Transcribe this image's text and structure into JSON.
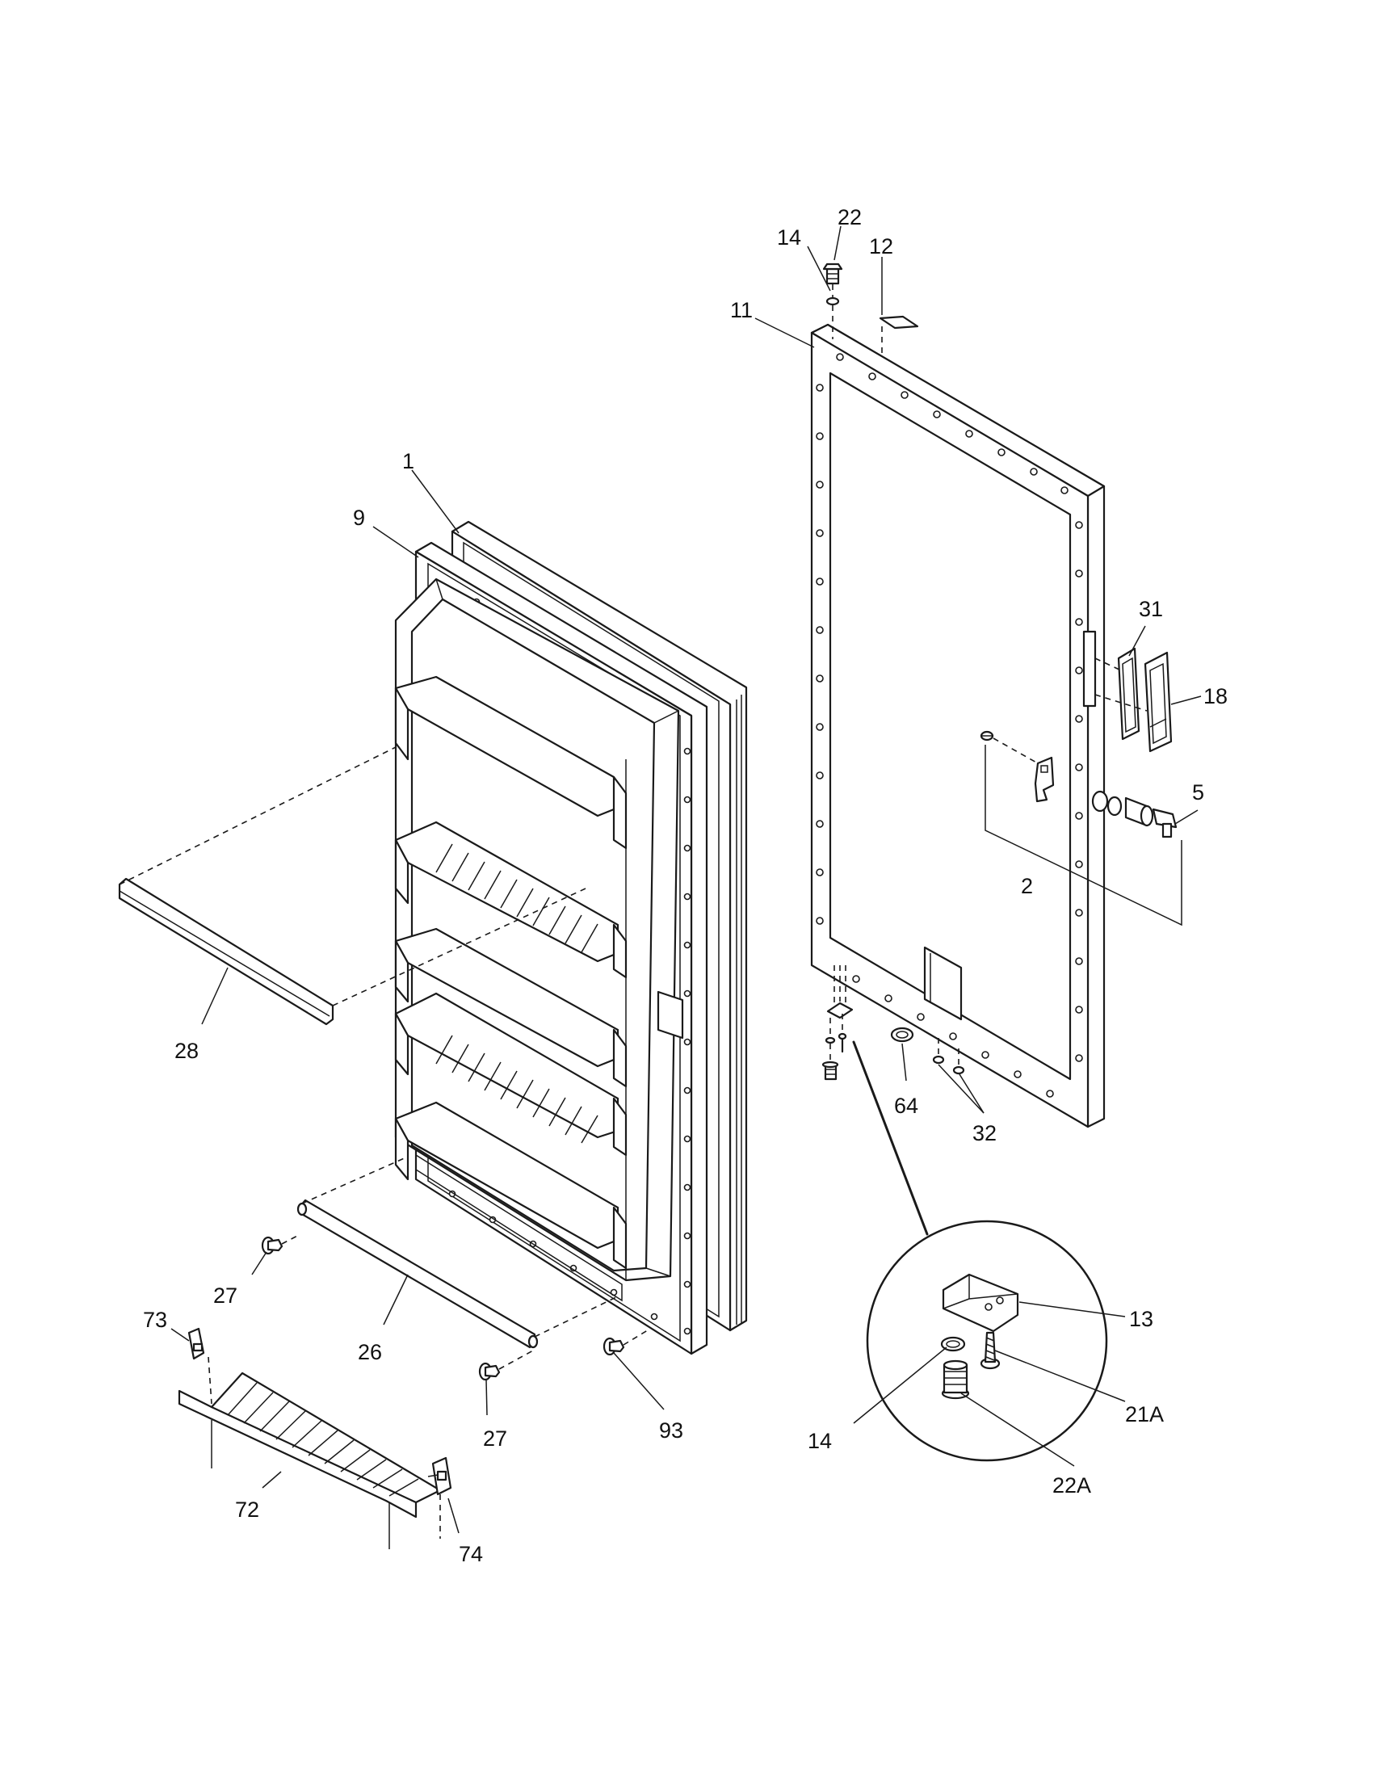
{
  "diagram": {
    "type": "exploded parts diagram",
    "line_color": "#1a1a1a",
    "background_color": "#ffffff"
  },
  "callouts": {
    "c1": "1",
    "c9": "9",
    "c28": "28",
    "c27a": "27",
    "c26": "26",
    "c27b": "27",
    "c93": "93",
    "c73": "73",
    "c72": "72",
    "c74": "74",
    "c11": "11",
    "c14a": "14",
    "c22": "22",
    "c12": "12",
    "c31": "31",
    "c18": "18",
    "c5": "5",
    "c2": "2",
    "c64": "64",
    "c32": "32",
    "c13": "13",
    "c14b": "14",
    "c21A": "21A",
    "c22A": "22A"
  }
}
